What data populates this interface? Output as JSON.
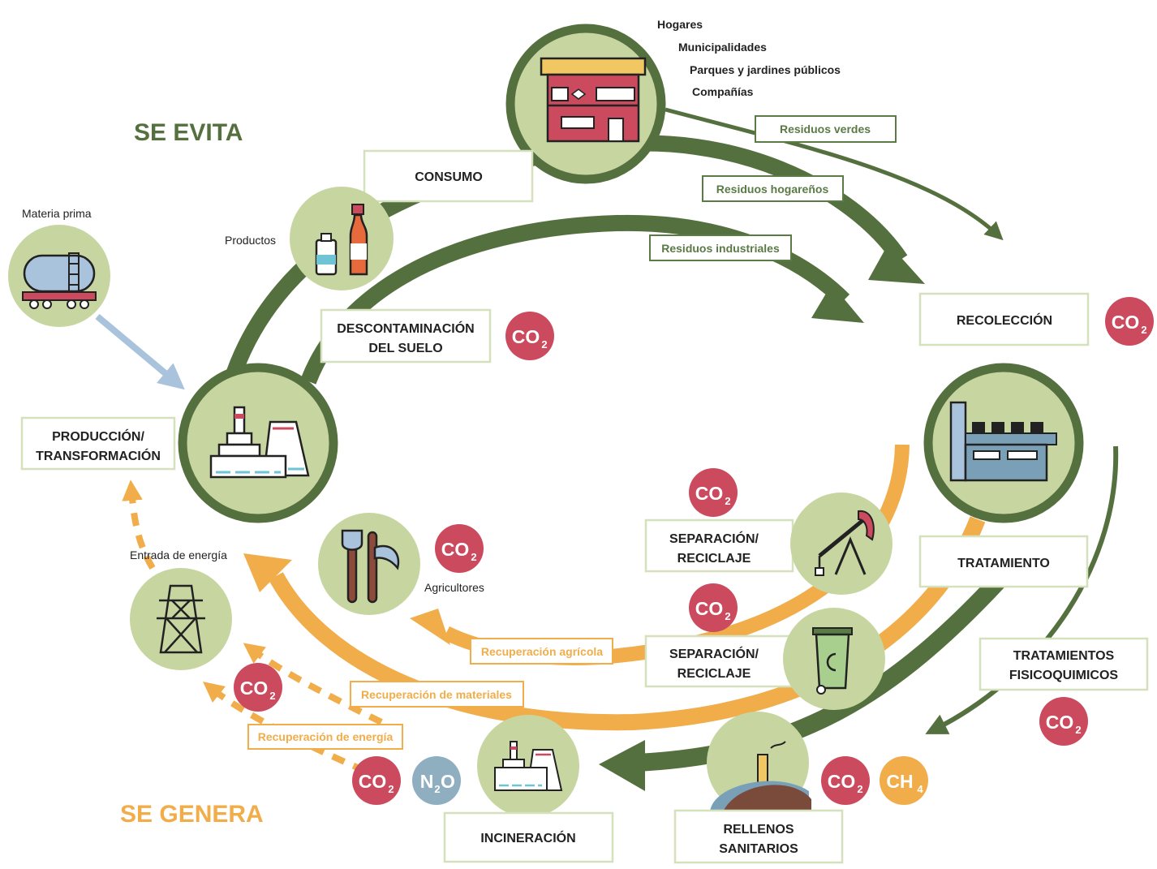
{
  "colors": {
    "dark_green": "#55703f",
    "label_green": "#5a7a46",
    "light_green": "#c7d6a1",
    "box_border": "#d5e0bd",
    "orange": "#f0ad4a",
    "co2_red": "#cc4a5e",
    "n2o_blue": "#8fafc0",
    "pale_blue": "#a9c3dd",
    "text": "#222222"
  },
  "headings": {
    "avoided": "SE EVITA",
    "generated": "SE GENERA"
  },
  "sources": [
    "Hogares",
    "Municipalidades",
    "Parques y jardines públicos",
    "Compañías"
  ],
  "labels": {
    "raw_material": "Materia prima",
    "products": "Productos",
    "energy_input": "Entrada de energía",
    "farmers": "Agricultores"
  },
  "boxes": {
    "consumption": "CONSUMO",
    "soil_decontamination": [
      "DESCONTAMINACIÓN",
      "DEL SUELO"
    ],
    "production": [
      "PRODUCCIÓN/",
      "TRANSFORMACIÓN"
    ],
    "collection": "RECOLECCIÓN",
    "treatment": "TRATAMIENTO",
    "separation_1": [
      "SEPARACIÓN/",
      "RECICLAJE"
    ],
    "separation_2": [
      "SEPARACIÓN/",
      "RECICLAJE"
    ],
    "physchem": [
      "TRATAMIENTOS",
      "FISICOQUIMICOS"
    ],
    "landfill": [
      "RELLENOS",
      "SANITARIOS"
    ],
    "incineration": "INCINERACIÓN"
  },
  "flows": {
    "green_waste": "Residuos verdes",
    "household_waste": "Residuos hogareños",
    "industrial_waste": "Residuos industriales",
    "agri_recovery": "Recuperación agrícola",
    "material_recovery": "Recuperación de materiales",
    "energy_recovery": "Recuperación de energía"
  },
  "gases": {
    "co2_base": "CO",
    "co2_sub": "2",
    "n2o_a": "N",
    "n2o_sub": "2",
    "n2o_b": "O",
    "ch4_base": "CH",
    "ch4_sub": "4"
  }
}
